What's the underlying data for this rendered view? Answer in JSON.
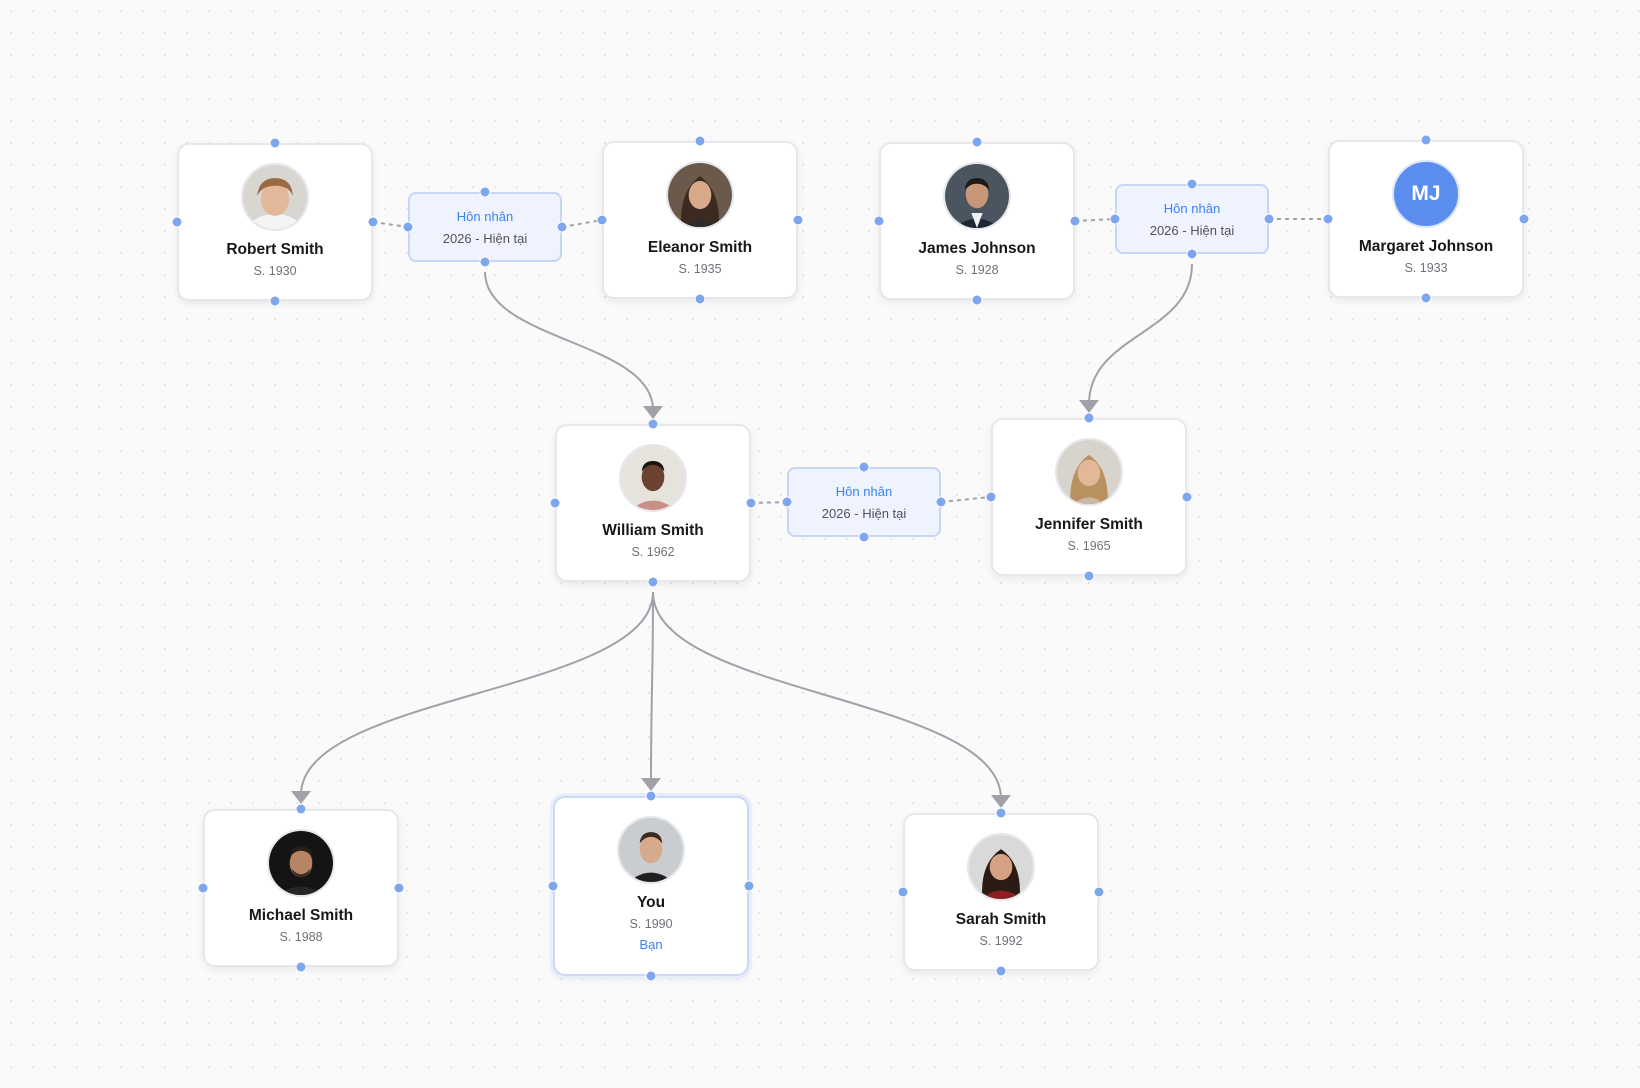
{
  "people": [
    {
      "key": "robert",
      "name": "Robert Smith",
      "born": "S. 1930",
      "avatar": "robert-photo"
    },
    {
      "key": "eleanor",
      "name": "Eleanor Smith",
      "born": "S. 1935",
      "avatar": "eleanor-photo"
    },
    {
      "key": "james",
      "name": "James Johnson",
      "born": "S. 1928",
      "avatar": "james-photo"
    },
    {
      "key": "margaret",
      "name": "Margaret Johnson",
      "born": "S. 1933",
      "initials": "MJ"
    },
    {
      "key": "william",
      "name": "William Smith",
      "born": "S. 1962",
      "avatar": "william-photo"
    },
    {
      "key": "jennifer",
      "name": "Jennifer Smith",
      "born": "S. 1965",
      "avatar": "jennifer-photo"
    },
    {
      "key": "michael",
      "name": "Michael Smith",
      "born": "S. 1988",
      "avatar": "michael-photo"
    },
    {
      "key": "you",
      "name": "You",
      "born": "S. 1990",
      "tag": "Bạn",
      "avatar": "you-photo"
    },
    {
      "key": "sarah",
      "name": "Sarah Smith",
      "born": "S. 1992",
      "avatar": "sarah-photo"
    }
  ],
  "marriages": [
    {
      "key": "robert-eleanor",
      "title": "Hôn nhân",
      "period": "2026 - Hiện tại",
      "partners": [
        "robert",
        "eleanor"
      ]
    },
    {
      "key": "james-margaret",
      "title": "Hôn nhân",
      "period": "2026 - Hiện tại",
      "partners": [
        "james",
        "margaret"
      ]
    },
    {
      "key": "william-jennifer",
      "title": "Hôn nhân",
      "period": "2026 - Hiện tại",
      "partners": [
        "william",
        "jennifer"
      ]
    }
  ],
  "parent_links": [
    {
      "from": "robert-eleanor",
      "to": "william"
    },
    {
      "from": "james-margaret",
      "to": "jennifer"
    },
    {
      "from": "william",
      "to": "michael"
    },
    {
      "from": "william",
      "to": "you"
    },
    {
      "from": "william",
      "to": "sarah"
    }
  ],
  "colors": {
    "handle": "#7ea6ef",
    "edge": "#a1a1aa",
    "dash": "#a1a1aa",
    "marriage_bg": "#eef3fd",
    "initials_bg": "#5b8def",
    "accent": "#3b82f6"
  }
}
